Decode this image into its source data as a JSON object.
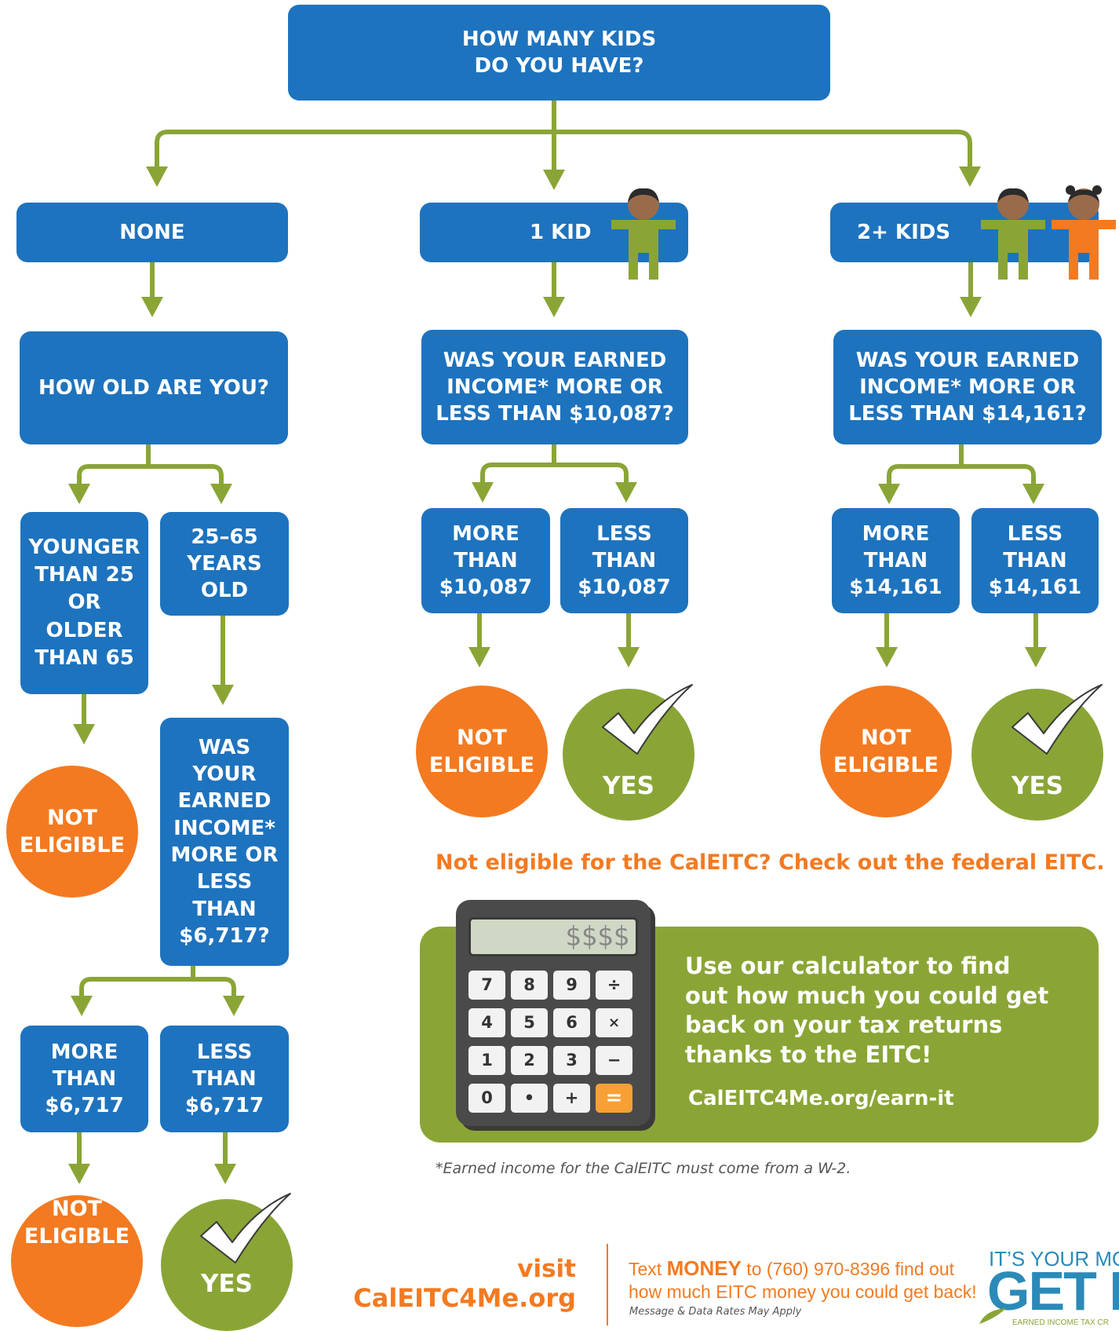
{
  "question_kids": "HOW MANY KIDS\nDO YOU HAVE?",
  "branches": {
    "none": {
      "label": "NONE",
      "question": "HOW OLD ARE YOU?",
      "young_old": "YOUNGER\nTHAN 25\nOR\nOLDER\nTHAN 65",
      "age_range": "25–65\nYEARS\nOLD",
      "income_question": "WAS\nYOUR\nEARNED\nINCOME*\nMORE OR\nLESS\nTHAN\n$6,717?",
      "more": "MORE\nTHAN\n$6,717",
      "less": "LESS\nTHAN\n$6,717"
    },
    "one_kid": {
      "label": "1 KID",
      "question": "WAS YOUR EARNED\nINCOME* MORE OR\nLESS THAN $10,087?",
      "more": "MORE\nTHAN\n$10,087",
      "less": "LESS\nTHAN\n$10,087"
    },
    "two_plus": {
      "label": "2+ KIDS",
      "question": "WAS YOUR EARNED\nINCOME* MORE OR\nLESS THAN $14,161?",
      "more": "MORE\nTHAN\n$14,161",
      "less": "LESS\nTHAN\n$14,161"
    }
  },
  "outcomes": {
    "not_eligible": "NOT\nELIGIBLE",
    "yes": "YES"
  },
  "federal_note": "Not eligible for the CalEITC? Check out the federal EITC.",
  "calculator": {
    "display": "$$$$",
    "keys": [
      "7",
      "8",
      "9",
      "÷",
      "4",
      "5",
      "6",
      "×",
      "1",
      "2",
      "3",
      "−",
      "0",
      "•",
      "+",
      "="
    ],
    "text": "Use our calculator to find\nout how much you could get\nback on your tax returns\nthanks to the EITC!",
    "link": "CalEITC4Me.org/earn-it"
  },
  "footnote": "*Earned income for the CalEITC must come from a W-2.",
  "footer": {
    "visit": "visit",
    "site": "CalEITC4Me.org",
    "text_pre": "Text ",
    "keyword": "MONEY",
    "text_post": " to (760) 970-8396 find out",
    "text_line2": "how much EITC money you could get back!",
    "rates": "Message & Data Rates May Apply",
    "logo_top": "IT’S YOUR MON",
    "logo_big": "GET IT",
    "logo_small": "EARNED INCOME TAX CR"
  },
  "colors": {
    "blue": "#1e73be",
    "orange": "#f37a21",
    "green": "#8aa536",
    "arrow": "#8aa536"
  }
}
